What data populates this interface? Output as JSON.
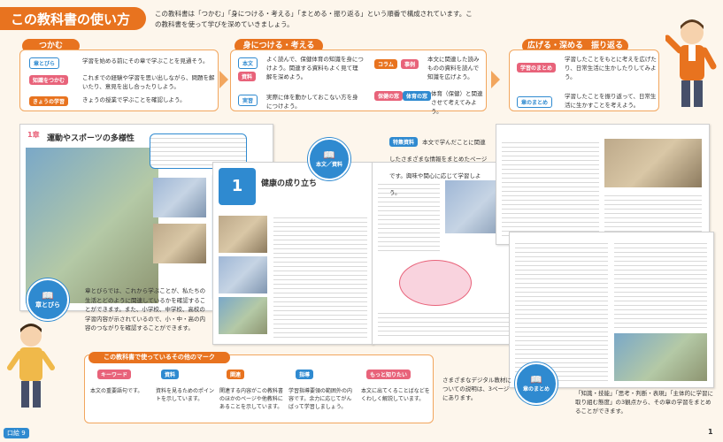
{
  "header": {
    "title": "この教科書の使い方",
    "intro": "この教科書は「つかむ」「身につける・考える」「まとめる・振り返る」という順番で構成されています。この教科書を使って学びを深めていきましょう。"
  },
  "sections": {
    "tsukamu": {
      "title": "つかむ",
      "items": [
        {
          "tag": "章とびら",
          "text": "学習を始める前にその章で学ぶことを見通そう。"
        },
        {
          "tag": "知識をつかむ",
          "text": "これまでの経験や学習を思い出しながら、問題を解いたり、意見を出し合ったりしよう。"
        },
        {
          "tag": "きょうの学習",
          "text": "きょうの授業で学ぶことを確認しよう。"
        }
      ]
    },
    "minitsukeru": {
      "title": "身につける・考える",
      "items": [
        {
          "tag": "本文",
          "tag2": "資料",
          "text": "よく読んで、保健体育の知識を身につけよう。関連する資料もよく見て理解を深めよう。"
        },
        {
          "tag": "実習",
          "text": "実際に体を動かしておこない方を身につけよう。"
        },
        {
          "tag": "コラム",
          "tag2": "事例",
          "text": "本文に関連した読みものの資料を読んで知識を広げよう。"
        },
        {
          "tag": "保健の窓",
          "tag2": "体育の窓",
          "text": "体育（保健）と関連させて考えてみよう。"
        }
      ]
    },
    "hirogeru": {
      "title": "広げる・深める　振り返る",
      "items": [
        {
          "tag": "学習のまとめ",
          "text": "学習したことをもとに考えを広げたり、日常生活に生かしたりしてみよう。"
        },
        {
          "tag": "章のまとめ",
          "text": "学習したことを振り返って、日常生活に生かすことを考えよう。"
        }
      ]
    }
  },
  "middle": {
    "label_shotobira": "章とびら",
    "label_honbun": "本文／資料",
    "label_matome": "章のまとめ",
    "chapter_num": "1章",
    "chapter_title": "運動やスポーツの多様性",
    "lesson_num": "1",
    "lesson_title": "健康の成り立ち",
    "tokushu_tag": "特集資料",
    "tokushu_text": "本文で学んだことに関連したさまざまな情報をまとめたページです。興味や関心に応じて学習しよう。",
    "shotobira_desc": "章とびらでは、これから学ぶことが、私たちの生活とどのように関連しているかを確認することができます。また、小学校、中学校、高校の学習内容が示されているので、小・中・高の内容のつながりを確認することができます。",
    "matome_desc": "「知識・技能」「思考・判断・表現」「主体的に学習に取り組む態度」の3観点から、その章の学習をまとめることができます。",
    "digital_desc": "さまざまなデジタル教材についての説明は、3ページにあります。",
    "page_left": "口絵 9",
    "page_right": "1"
  },
  "marks": {
    "title": "この教科書で使っているその他のマーク",
    "items": [
      {
        "icon": "キーワード",
        "text": "本文の重要語句です。"
      },
      {
        "icon": "資料",
        "text": "資料を見るためのポイントを示しています。"
      },
      {
        "icon": "関連",
        "text": "関連する内容がこの教科書のほかのページや他教科にあることを示しています。"
      },
      {
        "icon": "指導",
        "text": "学習指導要領の範囲外の内容です。余力に応じてがんばって学習しましょう。"
      },
      {
        "icon": "もっと知りたい",
        "text": "本文に出てくることばなどをくわしく解説しています。"
      }
    ]
  },
  "colors": {
    "accent": "#e8731f",
    "blue": "#2f8ad0",
    "pink": "#e8637a",
    "bg": "#fdf6ec"
  }
}
